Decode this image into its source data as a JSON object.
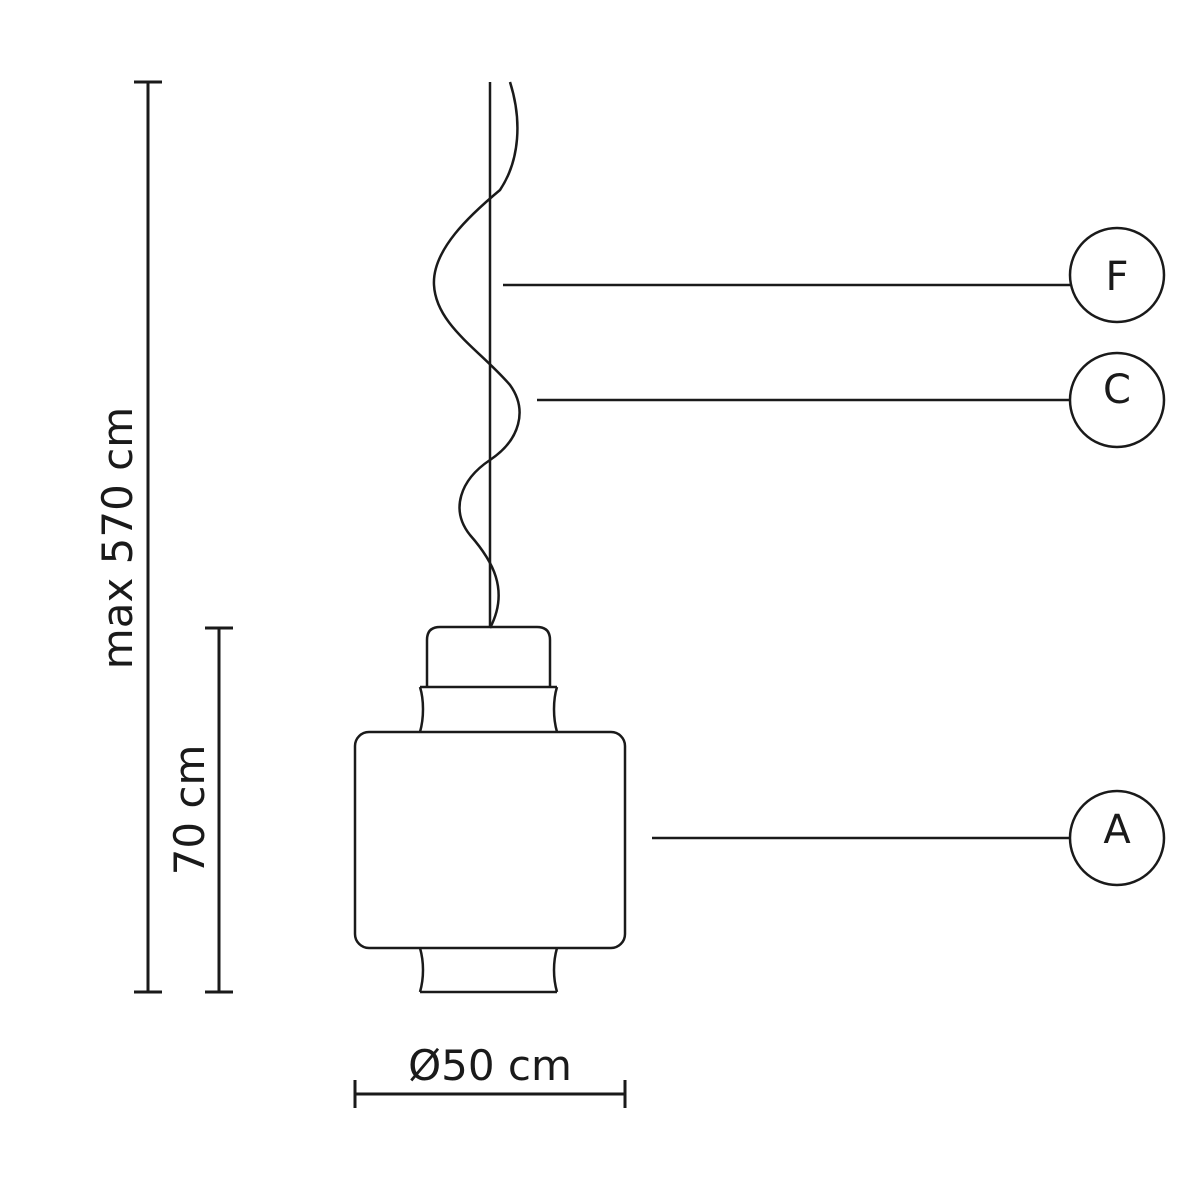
{
  "dimensions": {
    "total_height": "max 570 cm",
    "body_height": "70 cm",
    "diameter": "Ø50 cm"
  },
  "callouts": {
    "f": "F",
    "c": "C",
    "a": "A"
  },
  "colors": {
    "line": "#1a1a1a",
    "background": "#ffffff"
  }
}
